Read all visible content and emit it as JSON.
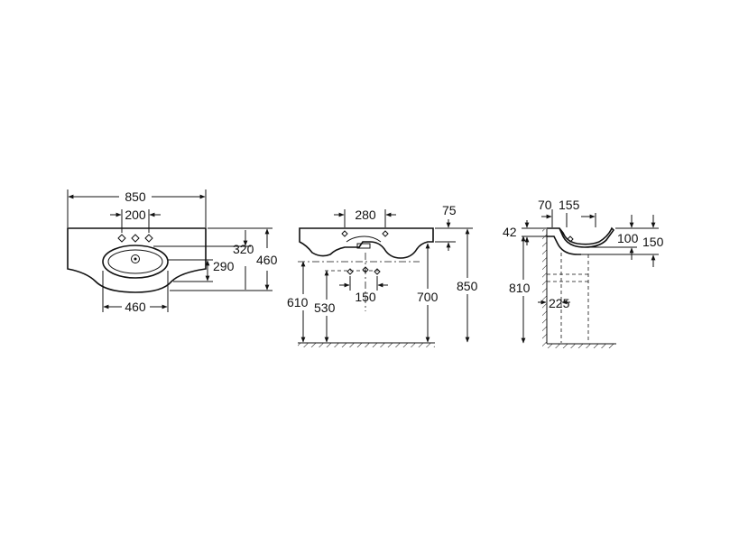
{
  "plan_view": {
    "overall_width": "850",
    "tap_spacing": "200",
    "depth_to_basin": "320",
    "overall_depth": "460",
    "basin_depth": "290",
    "basin_width": "460"
  },
  "front_view": {
    "tap_spacing": "280",
    "rim_thickness": "75",
    "drain_spacing": "150",
    "height_610": "610",
    "height_530": "530",
    "height_700": "700",
    "height_850": "850"
  },
  "side_view": {
    "offset_70": "70",
    "offset_155": "155",
    "top_42": "42",
    "height_810": "810",
    "depth_100": "100",
    "depth_150": "150",
    "waste_225": "225"
  }
}
